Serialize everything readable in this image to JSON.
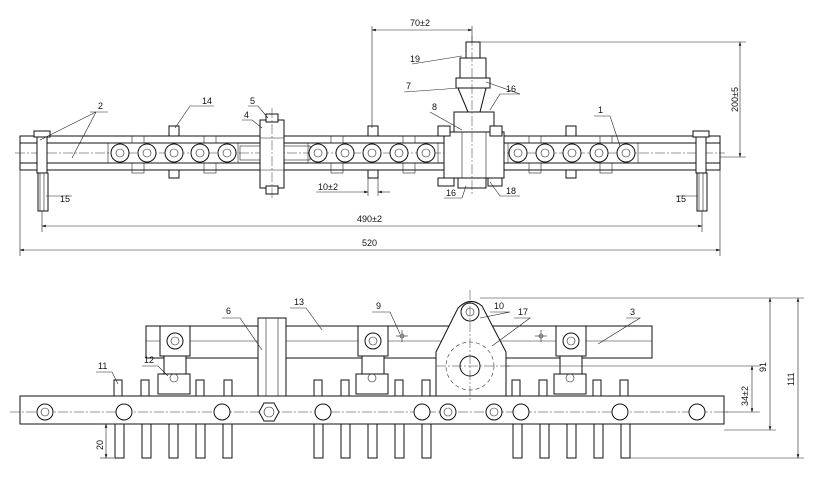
{
  "drawing": {
    "top_view": {
      "dimensions": {
        "d_70": "70±2",
        "d_200": "200±5",
        "d_10": "10±2",
        "d_490": "490±2",
        "d_520": "520"
      },
      "part_labels": {
        "p1": "1",
        "p2": "2",
        "p4": "4",
        "p5": "5",
        "p7": "7",
        "p8": "8",
        "p14": "14",
        "p15_left": "15",
        "p15_right": "15",
        "p16_top": "16",
        "p16_bottom": "16",
        "p18": "18",
        "p19": "19"
      }
    },
    "front_view": {
      "dimensions": {
        "d_20": "20",
        "d_34": "34±2",
        "d_91": "91",
        "d_111": "111"
      },
      "part_labels": {
        "p3": "3",
        "p6": "6",
        "p9": "9",
        "p10": "10",
        "p11": "11",
        "p12": "12",
        "p13": "13",
        "p17": "17"
      }
    }
  }
}
